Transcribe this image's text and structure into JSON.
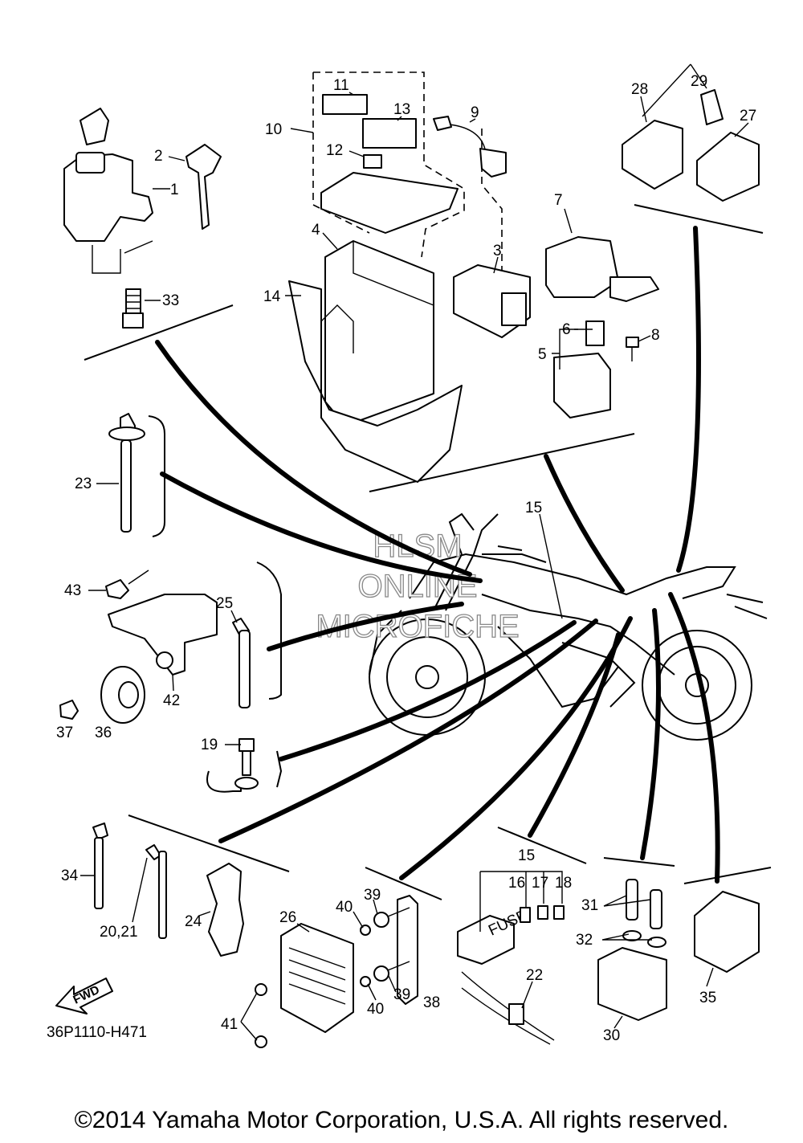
{
  "diagram": {
    "code": "36P1110-H471",
    "copyright": "©2014 Yamaha Motor Corporation, U.S.A. All rights reserved.",
    "watermark": [
      "HLSM",
      "ONLINE",
      "MICROFICHE"
    ],
    "fwd_label": "FWD",
    "fuse_label": "FUSE",
    "callouts": {
      "c1": "1",
      "c2": "2",
      "c3": "3",
      "c4": "4",
      "c5": "5",
      "c6": "6",
      "c7": "7",
      "c8": "8",
      "c9": "9",
      "c10": "10",
      "c11": "11",
      "c12": "12",
      "c13": "13",
      "c14": "14",
      "c15a": "15",
      "c15b": "15",
      "c16": "16",
      "c17": "17",
      "c18": "18",
      "c19": "19",
      "c2021": "20,21",
      "c22": "22",
      "c23": "23",
      "c24": "24",
      "c25": "25",
      "c26": "26",
      "c27": "27",
      "c28": "28",
      "c29": "29",
      "c30": "30",
      "c31": "31",
      "c32": "32",
      "c33": "33",
      "c34": "34",
      "c35": "35",
      "c36": "36",
      "c37": "37",
      "c38": "38",
      "c39a": "39",
      "c39b": "39",
      "c40a": "40",
      "c40b": "40",
      "c41": "41",
      "c42": "42",
      "c43": "43"
    }
  }
}
